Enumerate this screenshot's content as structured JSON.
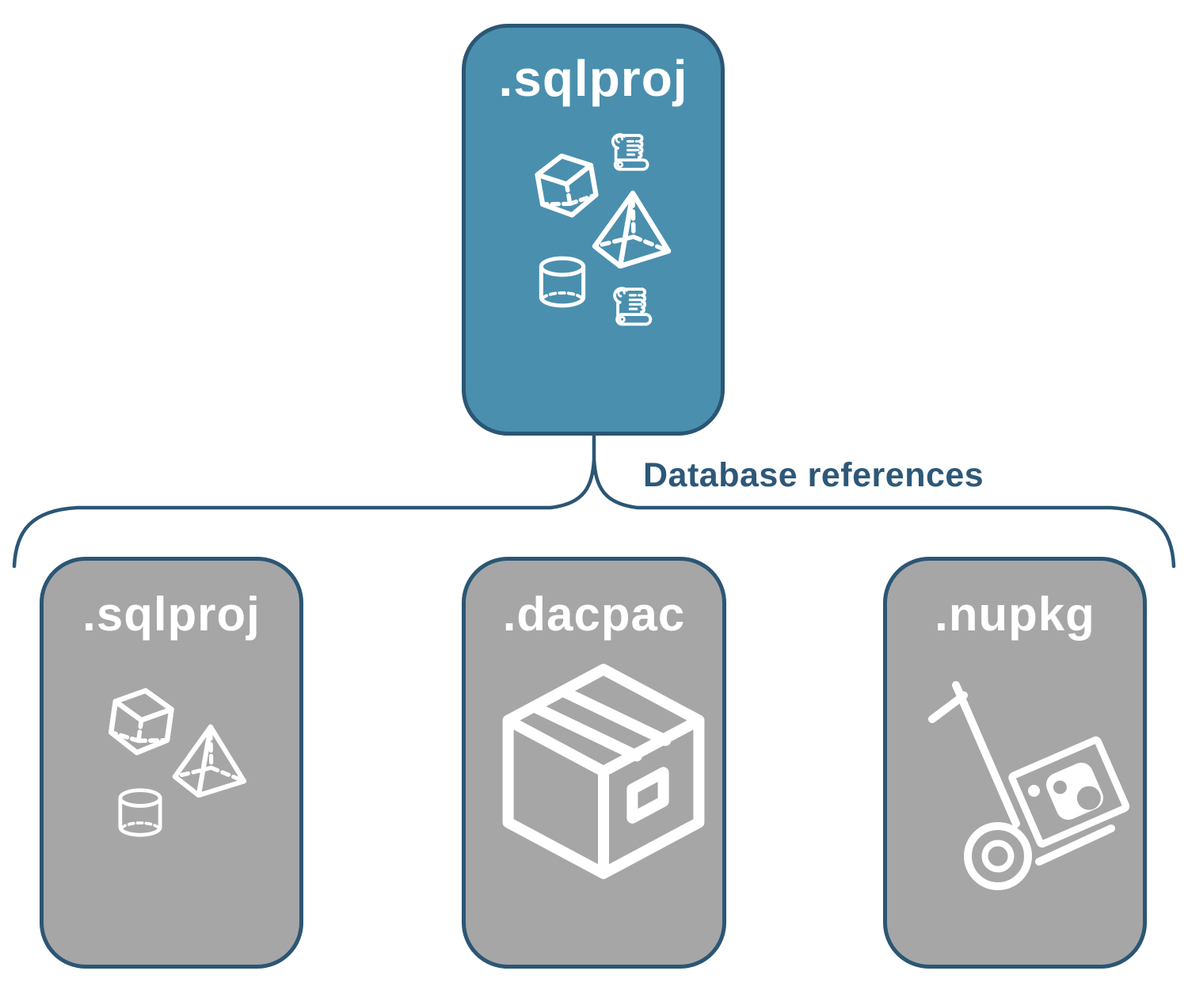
{
  "colors": {
    "root_fill": "#4a8fae",
    "child_fill": "#a6a6a6",
    "outline_navy": "#2b5674",
    "label_navy": "#2d5878",
    "icon_white": "#ffffff"
  },
  "root_node": {
    "label": ".sqlproj",
    "icons": [
      "cube-icon",
      "scroll-icon",
      "pyramid-icon",
      "cylinder-icon",
      "scroll-icon"
    ]
  },
  "connector": {
    "label": "Database references"
  },
  "children": [
    {
      "label": ".sqlproj",
      "icons": [
        "cube-icon",
        "pyramid-icon",
        "cylinder-icon"
      ]
    },
    {
      "label": ".dacpac",
      "icons": [
        "package-box-icon"
      ]
    },
    {
      "label": ".nupkg",
      "icons": [
        "hand-truck-package-icon"
      ]
    }
  ]
}
